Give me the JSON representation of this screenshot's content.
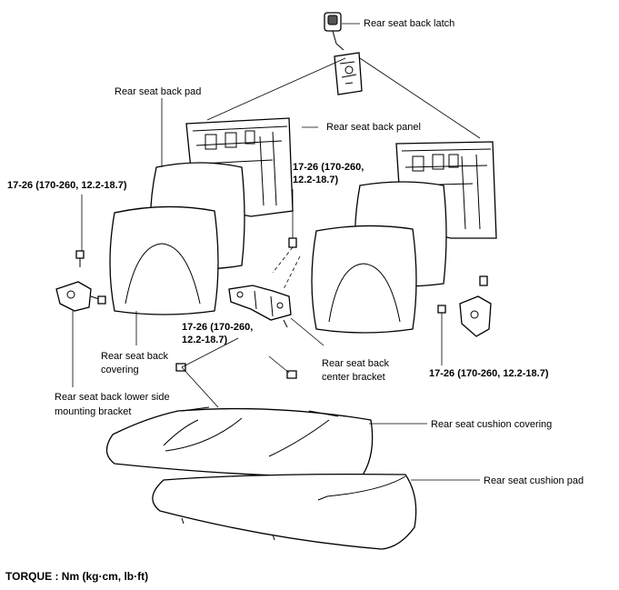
{
  "labels": {
    "latch": "Rear seat back latch",
    "back_pad": "Rear seat back pad",
    "back_panel": "Rear seat back panel",
    "back_covering_1": "Rear seat back",
    "back_covering_2": "covering",
    "center_bracket_1": "Rear seat back",
    "center_bracket_2": "center bracket",
    "lower_bracket_1": "Rear seat back lower side",
    "lower_bracket_2": "mounting bracket",
    "cushion_covering": "Rear seat cushion covering",
    "cushion_pad": "Rear seat cushion pad"
  },
  "torques": {
    "left_upper": "17-26 (170-260, 12.2-18.7)",
    "center_upper_1": "17-26 (170-260,",
    "center_upper_2": "12.2-18.7)",
    "center_lower_1": "17-26 (170-260,",
    "center_lower_2": "12.2-18.7)",
    "right": "17-26 (170-260, 12.2-18.7)"
  },
  "footer": {
    "torque_note": "TORQUE : Nm (kg·cm, lb·ft)"
  }
}
